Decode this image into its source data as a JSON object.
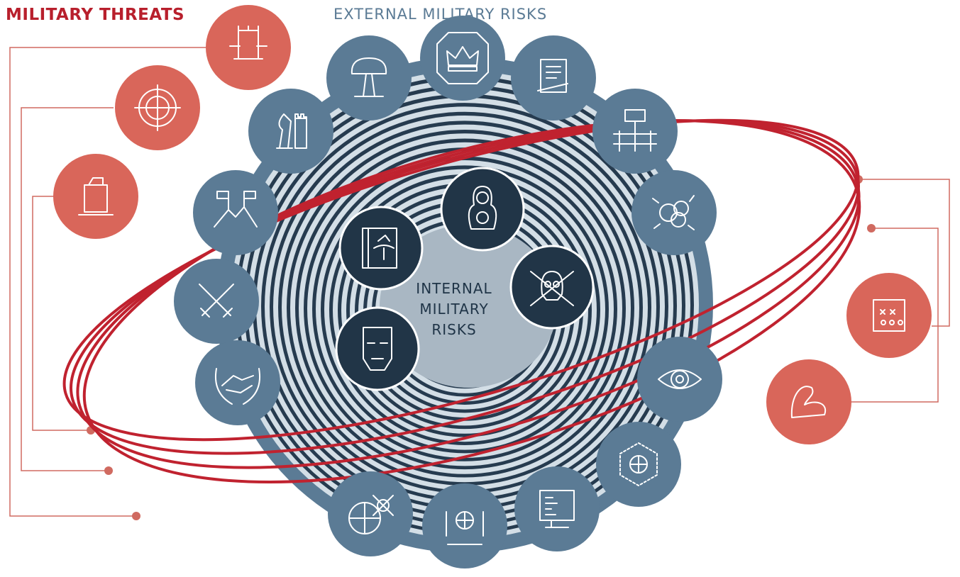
{
  "titles": {
    "threats": "MILITARY THREATS",
    "external": "EXTERNAL MILITARY RISKS",
    "internal": [
      "INTERNAL",
      "MILITARY",
      "RISKS"
    ]
  },
  "colors": {
    "threat": "#d9665a",
    "threat_title": "#b81f2c",
    "external": "#5b7b95",
    "internal": "#213547",
    "ring_light": "#d3dee6",
    "ring_dark": "#263b4f",
    "core": "#a9b7c3",
    "orbit": "#c0222f",
    "connector": "#d06a60"
  },
  "threats_left": [
    {
      "icon": "fortress-tower-icon"
    },
    {
      "icon": "eagle-crosshair-icon"
    },
    {
      "icon": "fuel-canister-icon"
    }
  ],
  "threats_right": [
    {
      "icon": "battle-plan-icon"
    },
    {
      "icon": "flexed-arm-icon"
    }
  ],
  "external_risks": [
    {
      "icon": "crown-icon"
    },
    {
      "icon": "treaty-document-icon"
    },
    {
      "icon": "war-border-icon"
    },
    {
      "icon": "explosion-icon"
    },
    {
      "icon": "eye-icon"
    },
    {
      "icon": "globe-network-icon"
    },
    {
      "icon": "computer-code-icon"
    },
    {
      "icon": "global-politics-icon"
    },
    {
      "icon": "cyber-pirate-globe-icon"
    },
    {
      "icon": "handshake-wreath-icon"
    },
    {
      "icon": "crossed-swords-icon"
    },
    {
      "icon": "mountain-flags-icon"
    },
    {
      "icon": "chess-pieces-icon"
    },
    {
      "icon": "nuclear-cloud-icon"
    }
  ],
  "internal_risks": [
    {
      "icon": "nesting-doll-icon"
    },
    {
      "icon": "skull-crossbones-icon"
    },
    {
      "icon": "angry-face-icon"
    },
    {
      "icon": "eagle-book-icon"
    }
  ]
}
